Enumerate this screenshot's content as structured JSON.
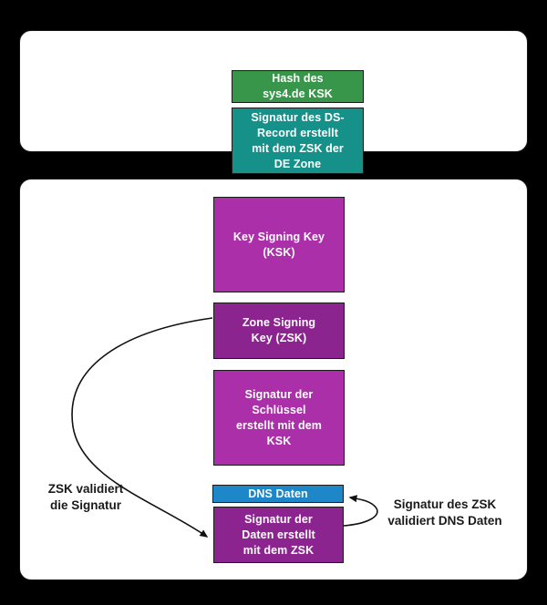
{
  "top_panel": {
    "hash_box": {
      "label": "Hash des\nsys4.de KSK",
      "color": "#38964a"
    },
    "ds_signature_box": {
      "label": "Signatur des DS-\nRecord erstellt\nmit dem ZSK der\nDE Zone",
      "color": "#16918a"
    }
  },
  "bottom_panel": {
    "ksk_box": {
      "label": "Key Signing Key\n(KSK)",
      "color": "#ab2fa8"
    },
    "zsk_box": {
      "label": "Zone Signing\nKey (ZSK)",
      "color": "#8c2490"
    },
    "key_signature_box": {
      "label": "Signatur der\nSchlüssel\nerstellt mit dem\nKSK",
      "color": "#ab2fa8"
    },
    "dns_data_box": {
      "label": "DNS Daten",
      "color": "#1d87c8"
    },
    "data_signature_box": {
      "label": "Signatur der\nDaten erstellt\nmit dem ZSK",
      "color": "#8c2490"
    },
    "left_annotation": "ZSK validiert\ndie Signatur",
    "right_annotation": "Signatur des ZSK\nvalidiert DNS Daten"
  },
  "arrow_color": "#111111"
}
